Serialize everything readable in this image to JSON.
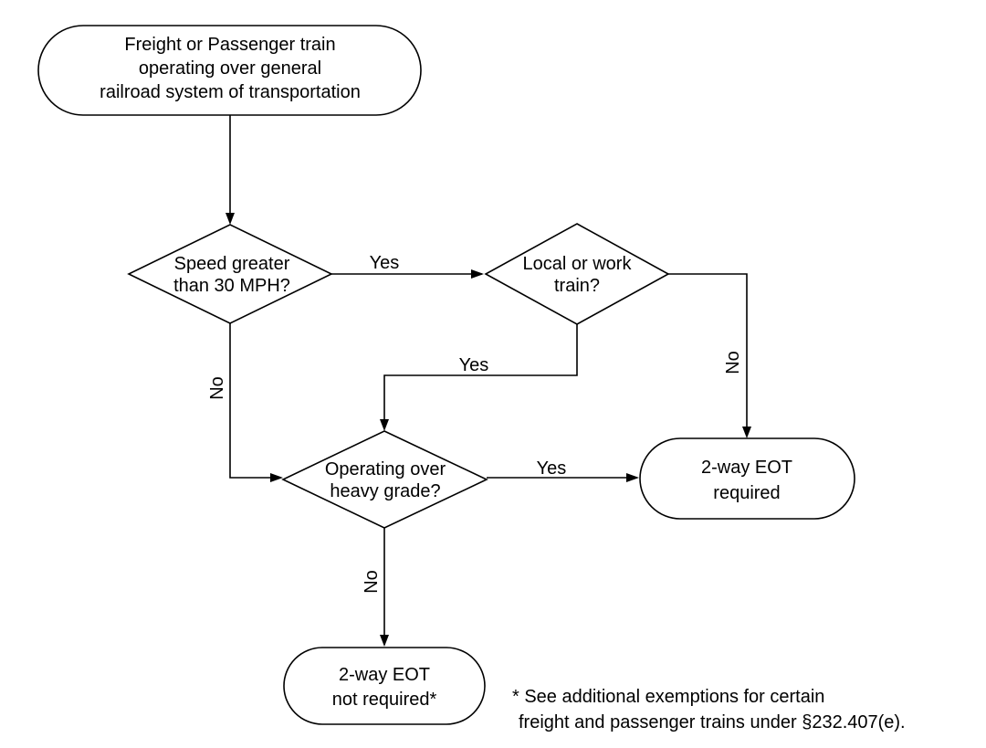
{
  "nodes": {
    "start": {
      "lines": [
        "Freight or Passenger train",
        "operating over general",
        "railroad system of transportation"
      ]
    },
    "speed_decision": {
      "lines": [
        "Speed greater",
        "than 30 MPH?"
      ]
    },
    "local_decision": {
      "lines": [
        "Local or work",
        "train?"
      ]
    },
    "grade_decision": {
      "lines": [
        "Operating over",
        "heavy grade?"
      ]
    },
    "eot_required": {
      "lines": [
        "2-way EOT",
        "required"
      ]
    },
    "eot_not_required": {
      "lines": [
        "2-way EOT",
        "not required*"
      ]
    }
  },
  "edges": {
    "speed_yes": "Yes",
    "speed_no": "No",
    "local_yes": "Yes",
    "local_no": "No",
    "grade_yes": "Yes",
    "grade_no": "No"
  },
  "footnote": {
    "lines": [
      "* See additional exemptions for certain",
      "freight and passenger trains under §232.407(e)."
    ]
  }
}
